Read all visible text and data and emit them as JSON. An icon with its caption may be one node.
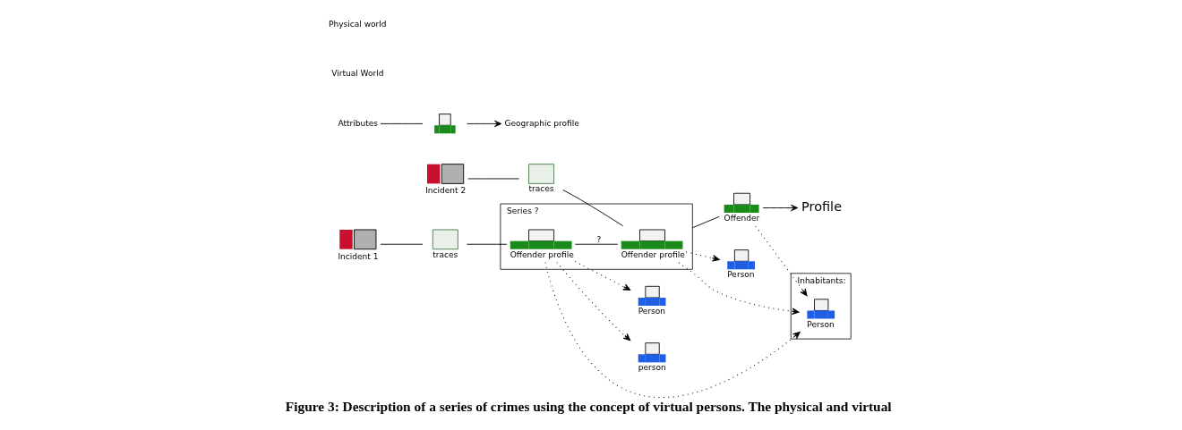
{
  "diagram": {
    "caption": "Figure 3: Description of a series of crimes using the concept of virtual persons. The physical and virtual",
    "nodes": [
      {
        "text": [
          "Incident 2"
        ]
      },
      {
        "text": [
          "traces"
        ]
      },
      {
        "text": [
          "Incident 1"
        ]
      },
      {
        "text": [
          "traces"
        ]
      },
      {
        "text": [
          "Series ?"
        ]
      },
      {
        "text": [
          "Offender profile"
        ],
        "in": 4
      },
      {
        "text": [
          "Offender profile"
        ],
        "in": 4
      },
      {
        "text": [
          "Offender"
        ]
      },
      {
        "text": [
          "Profile"
        ]
      },
      {
        "text": [
          "Attributes"
        ]
      },
      {
        "text": [],
        "shape": "person"
      },
      {
        "text": [
          "Geographic profile"
        ]
      },
      {
        "text": [
          "Person"
        ]
      },
      {
        "text": [
          "person"
        ]
      },
      {
        "text": [
          "Person"
        ]
      },
      {
        "text": [
          "Inhabitants:"
        ]
      },
      {
        "text": [
          "Person"
        ],
        "in": 15
      }
    ],
    "edges": [
      {
        "from": 0,
        "to": 1,
        "arrow": "none"
      },
      {
        "from": 2,
        "to": 3,
        "arrow": "none"
      },
      {
        "from": 1,
        "to": 6,
        "arrow": "none"
      },
      {
        "from": 3,
        "to": 5,
        "arrow": "none"
      },
      {
        "from": 5,
        "to": 6,
        "arrow": "none",
        "label": "?"
      },
      {
        "from": 4,
        "to": 7,
        "arrow": "none"
      },
      {
        "from": 7,
        "to": 8,
        "arrow": "to"
      },
      {
        "from": 9,
        "to": 10,
        "arrow": "none"
      },
      {
        "from": 10,
        "to": 11,
        "arrow": "to"
      },
      {
        "from": 5,
        "to": 12,
        "arrow": "to",
        "style": "dashed"
      },
      {
        "from": 5,
        "to": 13,
        "arrow": "to",
        "style": "dashed"
      },
      {
        "from": 5,
        "to": 16,
        "arrow": "to",
        "style": "dashed"
      },
      {
        "from": 6,
        "to": 14,
        "arrow": "to",
        "style": "dashed"
      },
      {
        "from": 6,
        "to": 16,
        "arrow": "to",
        "style": "dashed"
      },
      {
        "from": 7,
        "to": 16,
        "arrow": "to",
        "style": "dashed"
      }
    ],
    "labels": [
      "Virtual World",
      "Physical world"
    ]
  }
}
